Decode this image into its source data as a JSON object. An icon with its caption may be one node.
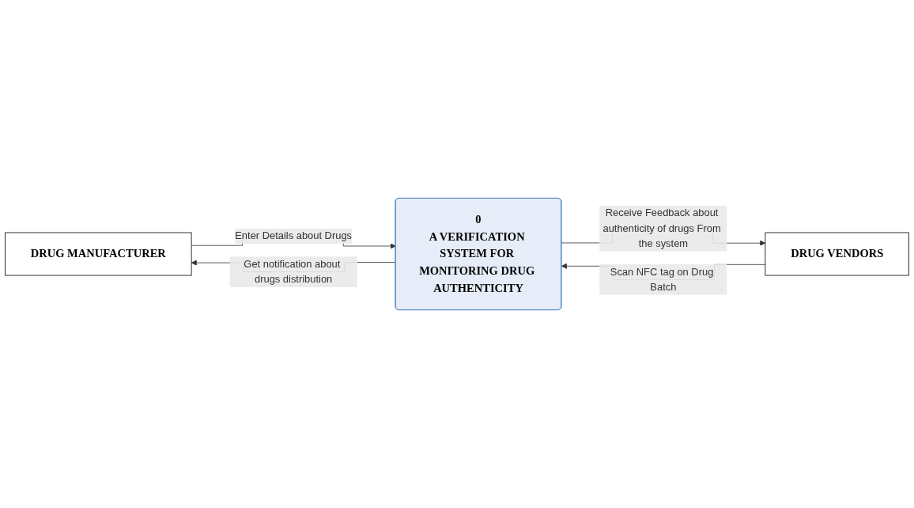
{
  "diagram": {
    "nodes": [
      {
        "text": [
          "DRUG MANUFACTURER"
        ]
      },
      {
        "text": [
          "0",
          "A VERIFICATION SYSTEM FOR MONITORING DRUG AUTHENTICITY"
        ]
      },
      {
        "text": [
          "DRUG VENDORS"
        ]
      }
    ],
    "edges": [
      {
        "from": 0,
        "to": 1,
        "arrow": "to",
        "label": "Enter Details about Drugs"
      },
      {
        "from": 1,
        "to": 0,
        "arrow": "to",
        "label": "Get notification about drugs distribution"
      },
      {
        "from": 2,
        "to": 1,
        "arrow": "to",
        "label": "Scan NFC tag on Drug Batch"
      },
      {
        "from": 1,
        "to": 2,
        "arrow": "to",
        "label": "Receive Feedback about authenticity of drugs From the system"
      }
    ]
  }
}
